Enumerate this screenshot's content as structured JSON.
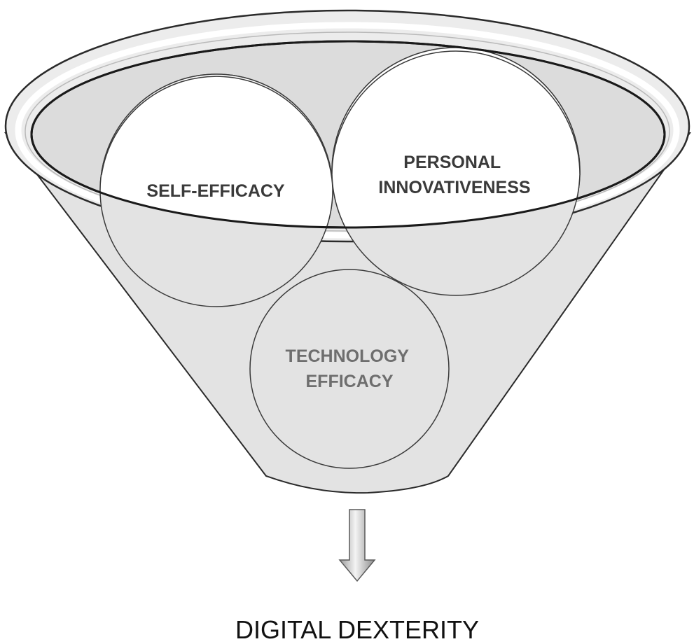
{
  "diagram": {
    "inputs": {
      "self_efficacy": "SELF-EFFICACY",
      "personal_innovativeness": [
        "PERSONAL",
        "INNOVATIVENESS"
      ],
      "technology_efficacy": [
        "TECHNOLOGY",
        "EFFICACY"
      ]
    },
    "output": "DIGITAL DEXTERITY"
  }
}
